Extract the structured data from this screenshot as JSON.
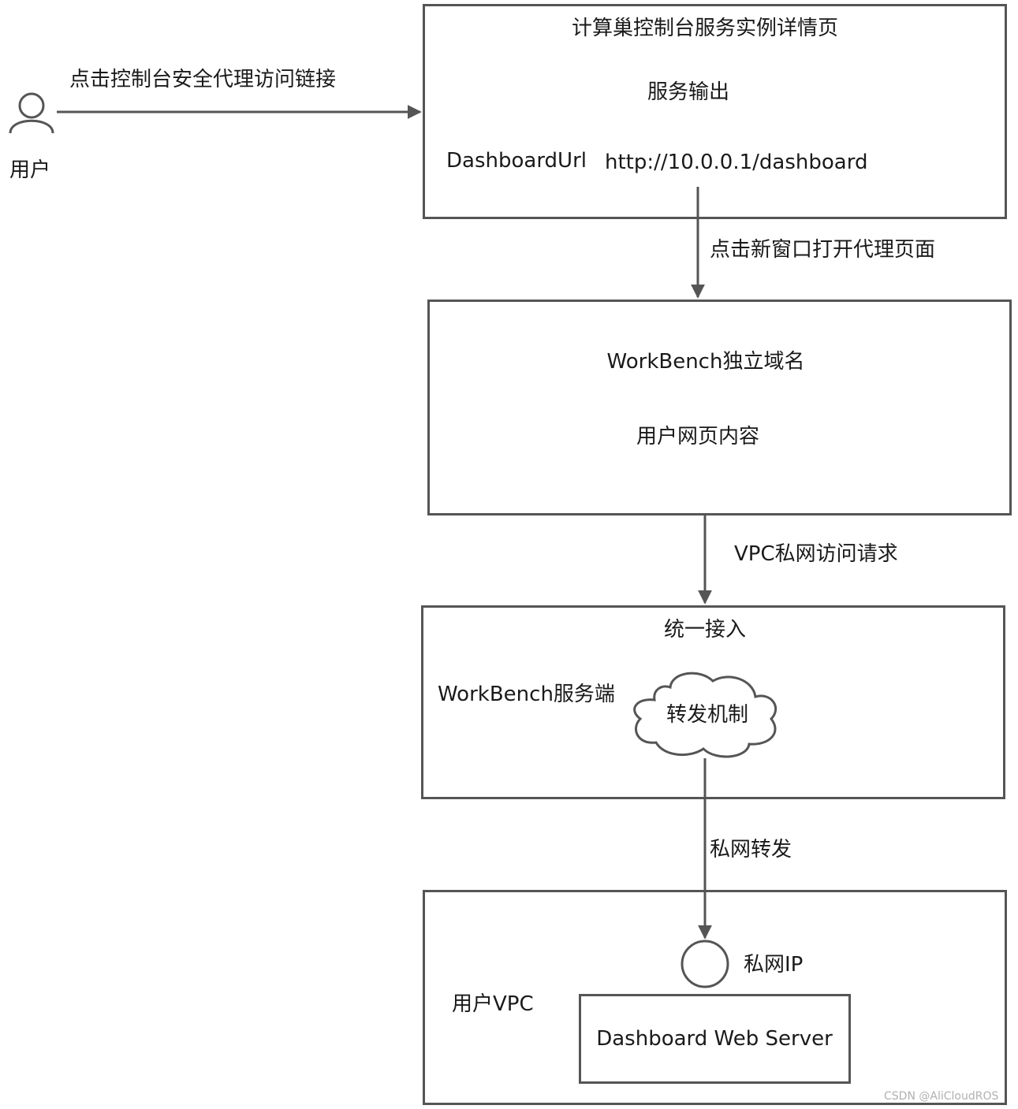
{
  "user": {
    "label": "用户",
    "icon": "user-icon"
  },
  "edges": {
    "user_to_console": "点击控制台安全代理访问链接",
    "console_to_workbench": "点击新窗口打开代理页面",
    "workbench_to_access": "VPC私网访问请求",
    "access_to_vpc": "私网转发"
  },
  "console_box": {
    "title": "计算巢控制台服务实例详情页",
    "section": "服务输出",
    "key": "DashboardUrl",
    "value": "http://10.0.0.1/dashboard"
  },
  "workbench_box": {
    "title": "WorkBench独立域名",
    "content": "用户网页内容"
  },
  "access_box": {
    "title": "统一接入",
    "server_label": "WorkBench服务端",
    "cloud_label": "转发机制"
  },
  "vpc_box": {
    "label": "用户VPC",
    "ip_label": "私网IP",
    "server": "Dashboard Web Server"
  },
  "watermark": "CSDN @AliCloudROS",
  "colors": {
    "stroke": "#555555",
    "text": "#1a1a1a"
  }
}
